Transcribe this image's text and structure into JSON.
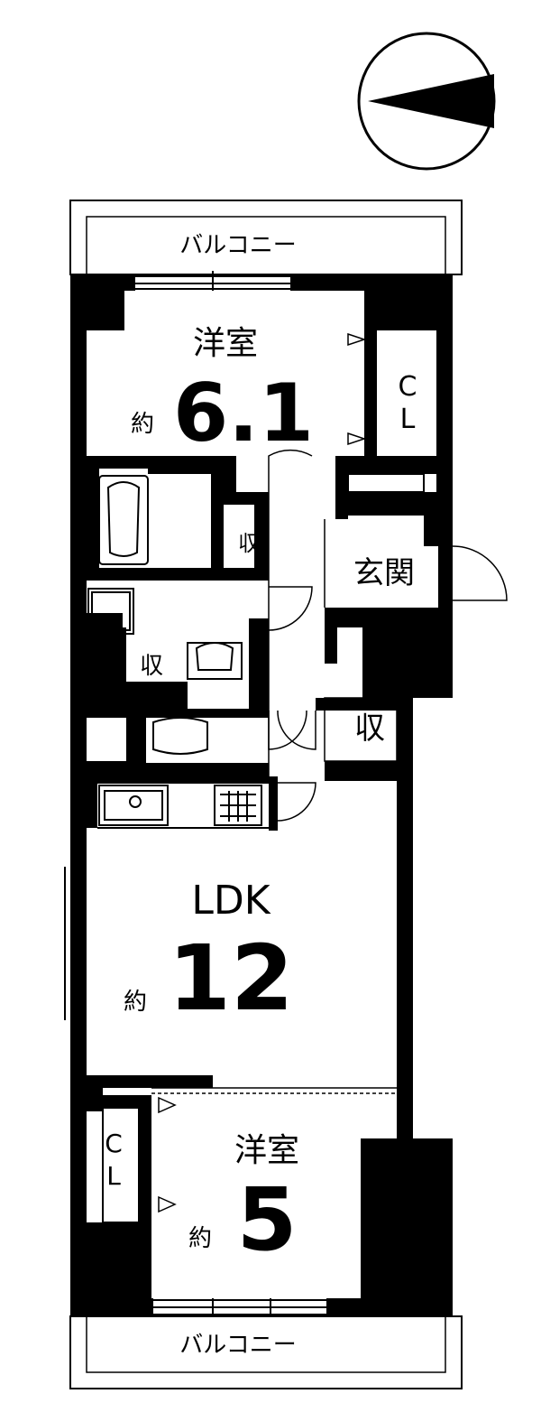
{
  "balcony_top": "バルコニー",
  "balcony_bottom": "バルコニー",
  "room_top": {
    "name": "洋室",
    "prefix": "約",
    "size": "6.1"
  },
  "closet_top": {
    "c": "C",
    "l": "L"
  },
  "storage_1": "収",
  "entrance": "玄関",
  "storage_2": "収",
  "storage_3": "収",
  "ldk": {
    "name": "LDK",
    "prefix": "約",
    "size": "12"
  },
  "room_bottom": {
    "name": "洋室",
    "prefix": "約",
    "size": "5"
  },
  "closet_bottom": {
    "c": "C",
    "l": "L"
  }
}
